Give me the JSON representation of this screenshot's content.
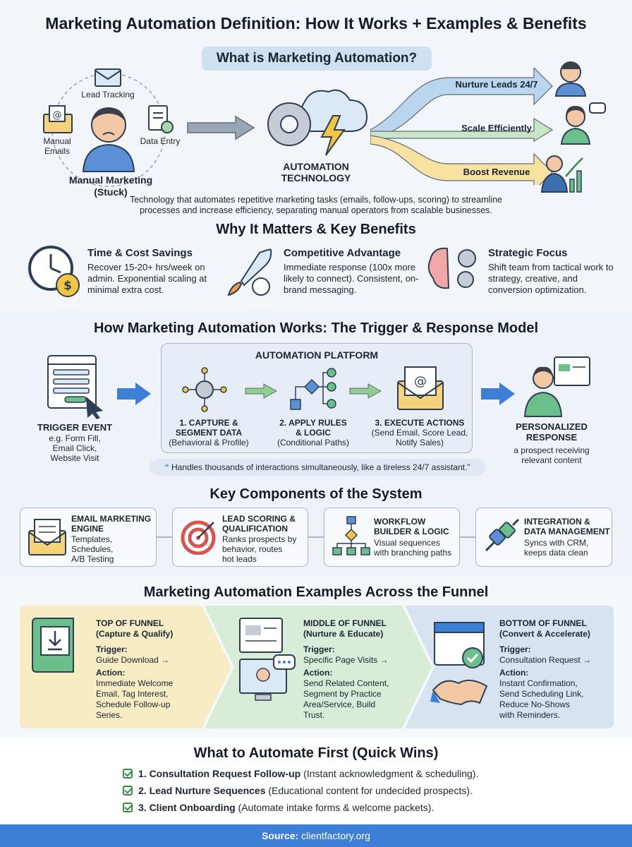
{
  "title": "Marketing Automation Definition: How It Works + Examples & Benefits",
  "what_is": {
    "heading": "What is Marketing Automation?",
    "manual_labels": {
      "lead_tracking": "Lead Tracking",
      "manual_emails": "Manual\nEmails",
      "data_entry": "Data Entry",
      "manual_marketing": "Manual Marketing\n(Stuck)"
    },
    "automation_label": "AUTOMATION\nTECHNOLOGY",
    "outcomes": [
      "Nurture Leads 24/7",
      "Scale Efficiently",
      "Boost Revenue"
    ],
    "outcome_colors": [
      "#b9d6ee",
      "#c8e6c6",
      "#f7e2a0"
    ],
    "description": "Technology that automates repetitive marketing tasks (emails, follow-ups, scoring) to streamline processes and increase efficiency, separating manual operators from scalable businesses."
  },
  "benefits": {
    "heading": "Why It Matters & Key Benefits",
    "items": [
      {
        "title": "Time & Cost Savings",
        "text": "Recover 15-20+ hrs/week on admin. Exponential scaling at minimal extra cost.",
        "icon": "clock-dollar-icon"
      },
      {
        "title": "Competitive Advantage",
        "text": "Immediate response (100x more likely to connect). Consistent, on-brand messaging.",
        "icon": "rocket-icon"
      },
      {
        "title": "Strategic Focus",
        "text": "Shift team from tactical work to strategy, creative, and conversion optimization.",
        "icon": "brain-gears-icon"
      }
    ]
  },
  "how_it_works": {
    "heading": "How Marketing Automation Works: The Trigger & Response Model",
    "trigger": {
      "title": "TRIGGER EVENT",
      "text": "e.g. Form Fill,\nEmail Click,\nWebsite Visit"
    },
    "platform_title": "AUTOMATION PLATFORM",
    "steps": [
      {
        "title": "1. CAPTURE &\nSEGMENT DATA",
        "text": "(Behavioral & Profile)"
      },
      {
        "title": "2. APPLY RULES\n& LOGIC",
        "text": "(Conditional Paths)"
      },
      {
        "title": "3. EXECUTE ACTIONS",
        "text": "(Send Email, Score Lead,\nNotify Sales)"
      }
    ],
    "response": {
      "title": "PERSONALIZED\nRESPONSE",
      "text": "a prospect receiving\nrelevant content"
    },
    "quote": "Handles thousands of interactions simultaneously, like a tireless 24/7 assistant.”"
  },
  "components": {
    "heading": "Key Components of the System",
    "items": [
      {
        "title": "EMAIL MARKETING\nENGINE",
        "text": "Templates,\nSchedules,\nA/B Testing",
        "icon": "email-template-icon"
      },
      {
        "title": "LEAD SCORING &\nQUALIFICATION",
        "text": "Ranks prospects by\nbehavior, routes\nhot leads",
        "icon": "target-icon"
      },
      {
        "title": "WORKFLOW\nBUILDER & LOGIC",
        "text": "Visual sequences\nwith branching paths",
        "icon": "workflow-icon"
      },
      {
        "title": "INTEGRATION &\nDATA MANAGEMENT",
        "text": "Syncs with CRM,\nkeeps data clean",
        "icon": "plug-icon"
      }
    ]
  },
  "funnel": {
    "heading": "Marketing Automation Examples Across the Funnel",
    "stages": [
      {
        "title": "TOP OF FUNNEL\n(Capture & Qualify)",
        "trigger_label": "Trigger:",
        "trigger": "Guide Download →",
        "action_label": "Action:",
        "action": "Immediate Welcome\nEmail, Tag Interest,\nSchedule Follow-up\nSeries.",
        "color": "#f8ecc4"
      },
      {
        "title": "MIDDLE OF FUNNEL\n(Nurture & Educate)",
        "trigger_label": "Trigger:",
        "trigger": "Specific Page Visits →",
        "action_label": "Action:",
        "action": "Send Related Content,\nSegment by Practice\nArea/Service, Build\nTrust.",
        "color": "#d8ecd7"
      },
      {
        "title": "BOTTOM OF FUNNEL\n(Convert & Accelerate)",
        "trigger_label": "Trigger:",
        "trigger": "Consultation Request →",
        "action_label": "Action:",
        "action": "Instant Confirmation,\nSend Scheduling Link,\nReduce No-Shows\nwith Reminders.",
        "color": "#d7e3f1"
      }
    ]
  },
  "quick_wins": {
    "heading": "What to Automate First (Quick Wins)",
    "items": [
      {
        "bold": "1. Consultation Request Follow-up",
        "rest": " (Instant acknowledgment & scheduling)."
      },
      {
        "bold": "2. Lead Nurture Sequences",
        "rest": " (Educational content for undecided prospects)."
      },
      {
        "bold": "3. Client Onboarding",
        "rest": " (Automate intake forms & welcome packets)."
      }
    ]
  },
  "source": {
    "label": "Source:",
    "value": " clientfactory.org"
  }
}
